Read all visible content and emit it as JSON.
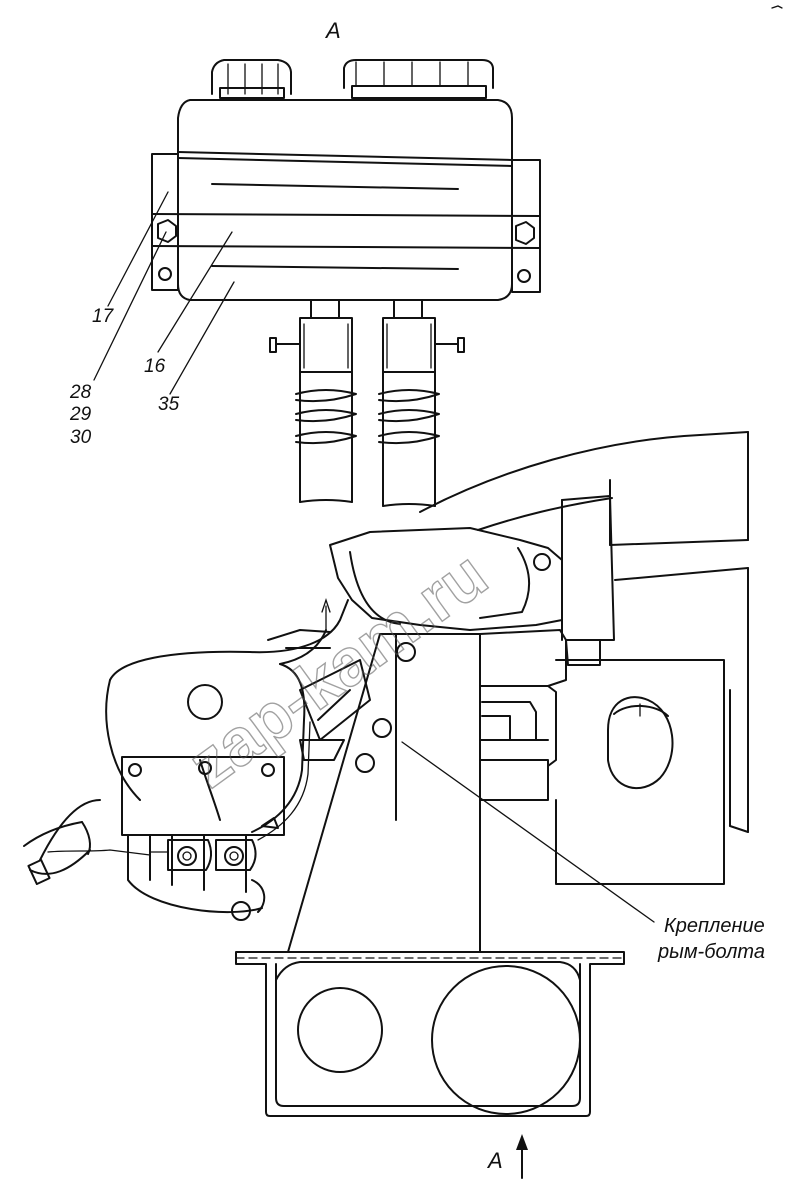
{
  "view_label": "A",
  "view_arrow_label": "A",
  "callouts": {
    "c17": "17",
    "c28": "28",
    "c29": "29",
    "c30": "30",
    "c16": "16",
    "c35": "35"
  },
  "annotation": {
    "line1": "Крепление",
    "line2": "рым-болта"
  },
  "watermark": "zap-kam.ru"
}
